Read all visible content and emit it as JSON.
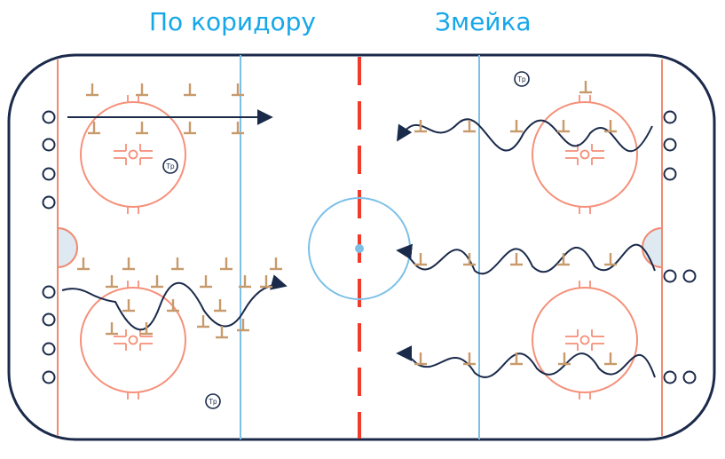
{
  "titles": {
    "left": "По коридору",
    "right": "Змейка"
  },
  "coach_label": "Тр",
  "colors": {
    "board": "#1b2a4a",
    "goal_line": "#f08a70",
    "blue_line": "#7cc0e8",
    "center_line": "#f23a2a",
    "circle": "#f5907a",
    "cone": "#c79a6b",
    "arrow": "#1a2a4a",
    "title": "#16a7e8"
  },
  "icons": {
    "cone": "cone-icon",
    "player": "player-icon",
    "coach": "coach-icon",
    "arrow": "arrow-icon"
  }
}
